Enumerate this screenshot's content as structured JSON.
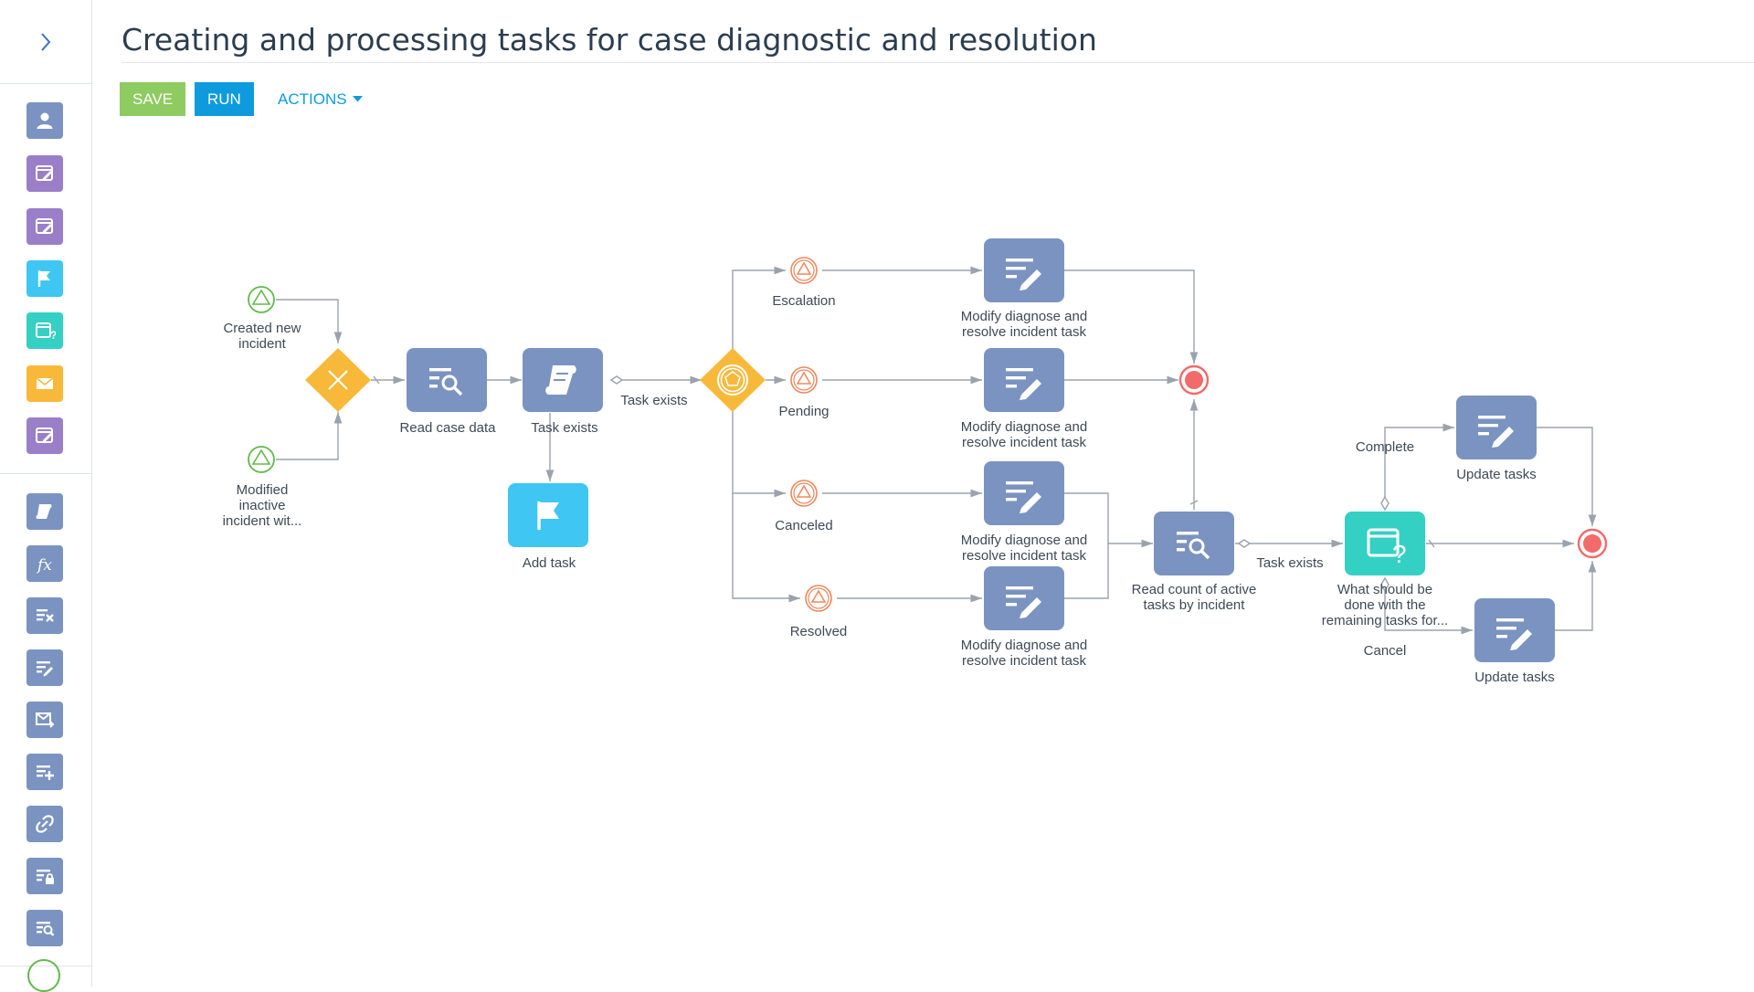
{
  "page": {
    "title": "Creating and processing tasks for case diagnostic and resolution"
  },
  "toolbar": {
    "save_label": "SAVE",
    "run_label": "RUN",
    "actions_label": "ACTIONS"
  },
  "sidebar": {
    "tools": [
      {
        "icon": "user-icon",
        "color": "#7b93c0"
      },
      {
        "icon": "edit-page-icon",
        "color": "#9a7fc8"
      },
      {
        "icon": "edit-page-icon",
        "color": "#9a7fc8"
      },
      {
        "icon": "flag-icon",
        "color": "#3fc6f2"
      },
      {
        "icon": "question-page-icon",
        "color": "#35d0c4"
      },
      {
        "icon": "mail-icon",
        "color": "#f8b93a"
      },
      {
        "icon": "edit-page-icon",
        "color": "#9a7fc8"
      },
      {
        "icon": "script-icon",
        "color": "#7b93c0"
      },
      {
        "icon": "formula-icon",
        "color": "#7b93c0"
      },
      {
        "icon": "delete-data-icon",
        "color": "#7b93c0"
      },
      {
        "icon": "modify-data-icon",
        "color": "#7b93c0"
      },
      {
        "icon": "send-mail-icon",
        "color": "#7b93c0"
      },
      {
        "icon": "add-data-icon",
        "color": "#7b93c0"
      },
      {
        "icon": "link-icon",
        "color": "#7b93c0"
      },
      {
        "icon": "lock-data-icon",
        "color": "#7b93c0"
      },
      {
        "icon": "read-data-icon",
        "color": "#7b93c0"
      }
    ]
  },
  "diagram": {
    "start_created": "Created new\nincident",
    "start_modified": "Modified\ninactive\nincident wit...",
    "read_case_data": "Read case data",
    "task_exists_script": "Task exists",
    "add_task": "Add task",
    "flow_task_exists_1": "Task exists",
    "event_escalation": "Escalation",
    "event_pending": "Pending",
    "event_canceled": "Canceled",
    "event_resolved": "Resolved",
    "modify_task_1": "Modify diagnose and\nresolve incident task",
    "modify_task_2": "Modify diagnose and\nresolve incident task",
    "modify_task_3": "Modify diagnose and\nresolve incident task",
    "modify_task_4": "Modify diagnose and\nresolve incident task",
    "read_count": "Read count of active\ntasks by incident",
    "flow_task_exists_2": "Task exists",
    "question": "What should be\ndone with the\nremaining tasks for...",
    "flow_complete": "Complete",
    "flow_cancel": "Cancel",
    "update_tasks_1": "Update tasks",
    "update_tasks_2": "Update tasks"
  },
  "colors": {
    "task_blue": "#7b93c0",
    "flag_cyan": "#3fc6f2",
    "question_teal": "#35d0c4",
    "gateway_yellow": "#f8b93a",
    "event_start_green": "#62b94c",
    "event_intermediate_orange": "#f0885c",
    "event_end_red": "#f26b6b",
    "save_green": "#8ecb60",
    "run_blue": "#0d9bde"
  }
}
